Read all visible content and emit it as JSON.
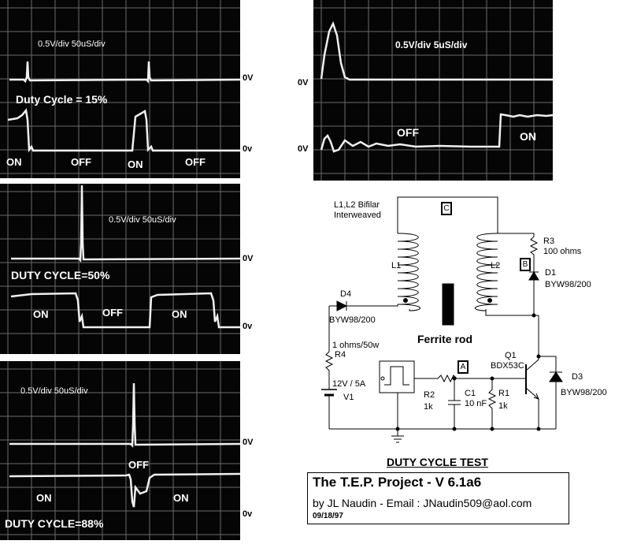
{
  "scopes": {
    "s15": {
      "scale": "0.5V/div  50uS/div",
      "duty": "Duty Cycle = 15%",
      "zero_top": "0V",
      "zero_bottom": "0v",
      "on1": "ON",
      "off1": "OFF",
      "on2": "ON",
      "off2": "OFF"
    },
    "s50": {
      "scale": "0.5V/div  50uS/div",
      "duty": "DUTY CYCLE=50%",
      "zero_top": "0V",
      "zero_bottom": "0v",
      "on1": "ON",
      "off1": "OFF",
      "on2": "ON"
    },
    "s88": {
      "scale": "0.5V/div  50uS/div",
      "duty": "DUTY CYCLE=88%",
      "zero_top": "0V",
      "zero_bottom": "0v",
      "on1": "ON",
      "off1": "OFF",
      "on2": "ON"
    },
    "zoom": {
      "scale": "0.5V/div  5uS/div",
      "zero_top": "0V",
      "zero_bottom": "0V",
      "off": "OFF",
      "on": "ON"
    }
  },
  "circuit": {
    "l_note_1": "L1,L2 Bifilar",
    "l_note_2": "Interweaved",
    "point_c": "C",
    "point_b": "B",
    "point_a": "A",
    "l1": "L1",
    "l2": "L2",
    "r3_name": "R3",
    "r3_value": "100 ohms",
    "d1_name": "D1",
    "d1_value": "BYW98/200",
    "d4_name": "D4",
    "d4_value": "BYW98/200",
    "core": "Ferrite rod",
    "r4_value": "1 ohms/50w",
    "r4_name": "R4",
    "v1_value": "12V / 5A",
    "v1_name": "V1",
    "q1_name": "Q1",
    "q1_value": "BDX53C",
    "d3_name": "D3",
    "d3_value": "BYW98/200",
    "r2_name": "R2",
    "r2_value": "1k",
    "c1_name": "C1",
    "c1_value": "10 nF",
    "r1_name": "R1",
    "r1_value": "1k"
  },
  "caption": {
    "heading": "DUTY CYCLE TEST",
    "title": "The T.E.P.  Project - V 6.1a6",
    "byline": "by JL Naudin - Email :  JNaudin509@aol.com",
    "date": "09/18/97"
  }
}
